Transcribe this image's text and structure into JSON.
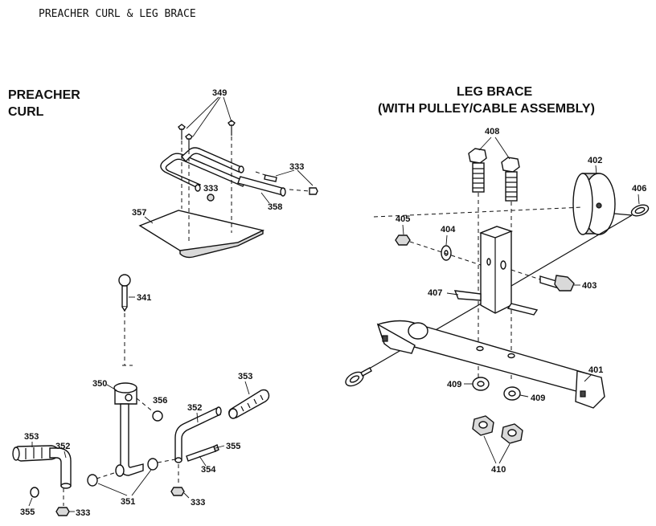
{
  "page_title": "PREACHER CURL & LEG BRACE",
  "sections": {
    "preacher_curl": [
      "PREACHER",
      "CURL"
    ],
    "leg_brace": [
      "LEG BRACE",
      "(WITH PULLEY/CABLE ASSEMBLY)"
    ]
  },
  "part_numbers": {
    "p349": "349",
    "p333a": "333",
    "p333b": "333",
    "p333c": "333",
    "p333d": "333",
    "p357": "357",
    "p358": "358",
    "p341": "341",
    "p350": "350",
    "p356": "356",
    "p353a": "353",
    "p353b": "353",
    "p352a": "352",
    "p352b": "352",
    "p355a": "355",
    "p355b": "355",
    "p354": "354",
    "p351": "351",
    "p408": "408",
    "p402": "402",
    "p406": "406",
    "p405": "405",
    "p404": "404",
    "p403": "403",
    "p407": "407",
    "p401": "401",
    "p409a": "409",
    "p409b": "409",
    "p410": "410"
  }
}
